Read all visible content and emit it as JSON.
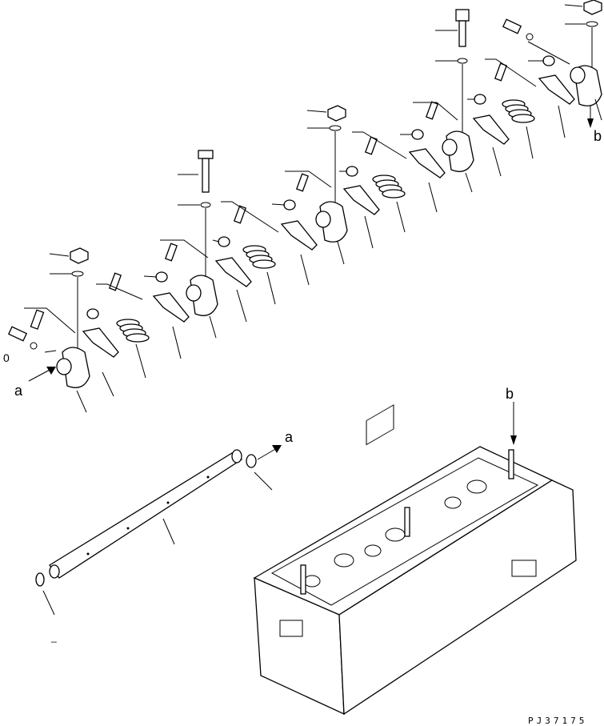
{
  "diagram": {
    "callout_a": "a",
    "callout_b": "b",
    "drawing_code": "PJ37175",
    "left_mark": "0",
    "bottom_mark": "_"
  }
}
